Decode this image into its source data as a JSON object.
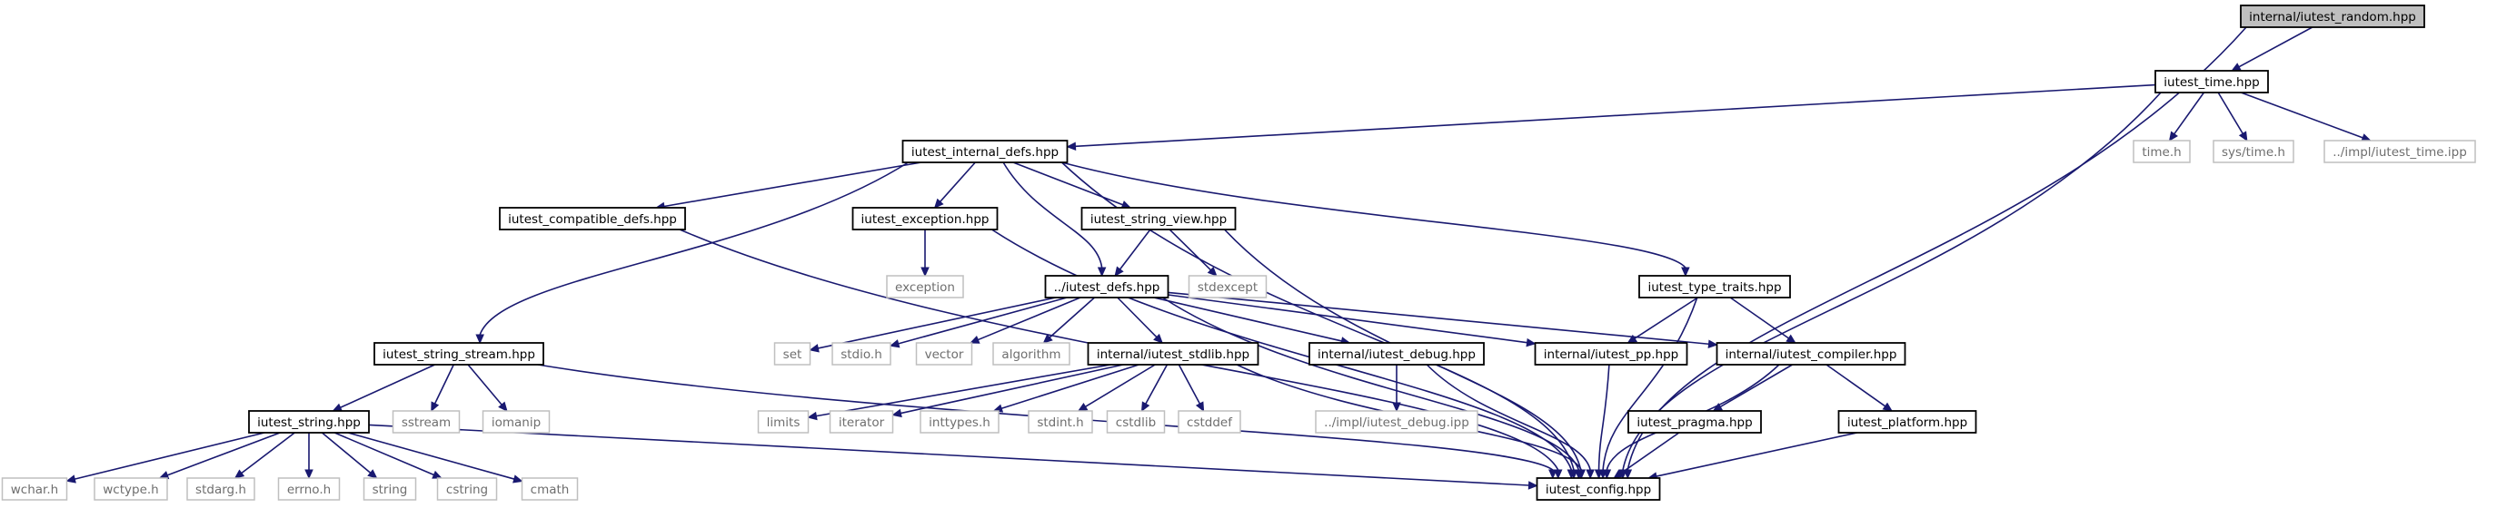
{
  "graph": {
    "root": "internal/iutest_random.hpp",
    "nodes": [
      {
        "id": "random",
        "label": "internal/iutest_random.hpp",
        "kind": "root"
      },
      {
        "id": "time_hpp",
        "label": "iutest_time.hpp",
        "kind": "internal"
      },
      {
        "id": "time_h",
        "label": "time.h",
        "kind": "external"
      },
      {
        "id": "sys_time",
        "label": "sys/time.h",
        "kind": "external"
      },
      {
        "id": "time_ipp",
        "label": "../impl/iutest_time.ipp",
        "kind": "external"
      },
      {
        "id": "internal_defs",
        "label": "iutest_internal_defs.hpp",
        "kind": "internal"
      },
      {
        "id": "compatible_defs",
        "label": "iutest_compatible_defs.hpp",
        "kind": "internal"
      },
      {
        "id": "exception_hpp",
        "label": "iutest_exception.hpp",
        "kind": "internal"
      },
      {
        "id": "string_view",
        "label": "iutest_string_view.hpp",
        "kind": "internal"
      },
      {
        "id": "exception",
        "label": "exception",
        "kind": "external"
      },
      {
        "id": "iutest_defs",
        "label": "../iutest_defs.hpp",
        "kind": "internal"
      },
      {
        "id": "stdexcept",
        "label": "stdexcept",
        "kind": "external"
      },
      {
        "id": "type_traits",
        "label": "iutest_type_traits.hpp",
        "kind": "internal"
      },
      {
        "id": "string_stream",
        "label": "iutest_string_stream.hpp",
        "kind": "internal"
      },
      {
        "id": "set",
        "label": "set",
        "kind": "external"
      },
      {
        "id": "stdio_h",
        "label": "stdio.h",
        "kind": "external"
      },
      {
        "id": "vector",
        "label": "vector",
        "kind": "external"
      },
      {
        "id": "algorithm",
        "label": "algorithm",
        "kind": "external"
      },
      {
        "id": "stdlib_hpp",
        "label": "internal/iutest_stdlib.hpp",
        "kind": "internal"
      },
      {
        "id": "debug_hpp",
        "label": "internal/iutest_debug.hpp",
        "kind": "internal"
      },
      {
        "id": "pp_hpp",
        "label": "internal/iutest_pp.hpp",
        "kind": "internal"
      },
      {
        "id": "compiler_hpp",
        "label": "internal/iutest_compiler.hpp",
        "kind": "internal"
      },
      {
        "id": "sstream",
        "label": "sstream",
        "kind": "external"
      },
      {
        "id": "iomanip",
        "label": "iomanip",
        "kind": "external"
      },
      {
        "id": "string_hpp",
        "label": "iutest_string.hpp",
        "kind": "internal"
      },
      {
        "id": "limits",
        "label": "limits",
        "kind": "external"
      },
      {
        "id": "iterator",
        "label": "iterator",
        "kind": "external"
      },
      {
        "id": "inttypes_h",
        "label": "inttypes.h",
        "kind": "external"
      },
      {
        "id": "stdint_h",
        "label": "stdint.h",
        "kind": "external"
      },
      {
        "id": "cstdlib",
        "label": "cstdlib",
        "kind": "external"
      },
      {
        "id": "cstddef",
        "label": "cstddef",
        "kind": "external"
      },
      {
        "id": "debug_ipp",
        "label": "../impl/iutest_debug.ipp",
        "kind": "external"
      },
      {
        "id": "pragma_hpp",
        "label": "iutest_pragma.hpp",
        "kind": "internal"
      },
      {
        "id": "platform_hpp",
        "label": "iutest_platform.hpp",
        "kind": "internal"
      },
      {
        "id": "wchar_h",
        "label": "wchar.h",
        "kind": "external"
      },
      {
        "id": "wctype_h",
        "label": "wctype.h",
        "kind": "external"
      },
      {
        "id": "stdarg_h",
        "label": "stdarg.h",
        "kind": "external"
      },
      {
        "id": "errno_h",
        "label": "errno.h",
        "kind": "external"
      },
      {
        "id": "string",
        "label": "string",
        "kind": "external"
      },
      {
        "id": "cstring",
        "label": "cstring",
        "kind": "external"
      },
      {
        "id": "cmath",
        "label": "cmath",
        "kind": "external"
      },
      {
        "id": "config_hpp",
        "label": "iutest_config.hpp",
        "kind": "internal"
      }
    ],
    "edges": [
      [
        "random",
        "time_hpp"
      ],
      [
        "random",
        "config_hpp"
      ],
      [
        "time_hpp",
        "internal_defs"
      ],
      [
        "time_hpp",
        "time_h"
      ],
      [
        "time_hpp",
        "sys_time"
      ],
      [
        "time_hpp",
        "time_ipp"
      ],
      [
        "time_hpp",
        "config_hpp"
      ],
      [
        "internal_defs",
        "compatible_defs"
      ],
      [
        "internal_defs",
        "exception_hpp"
      ],
      [
        "internal_defs",
        "string_view"
      ],
      [
        "internal_defs",
        "iutest_defs"
      ],
      [
        "internal_defs",
        "type_traits"
      ],
      [
        "internal_defs",
        "string_stream"
      ],
      [
        "internal_defs",
        "config_hpp"
      ],
      [
        "compatible_defs",
        "config_hpp"
      ],
      [
        "exception_hpp",
        "exception"
      ],
      [
        "exception_hpp",
        "config_hpp"
      ],
      [
        "string_view",
        "iutest_defs"
      ],
      [
        "string_view",
        "stdexcept"
      ],
      [
        "string_view",
        "config_hpp"
      ],
      [
        "iutest_defs",
        "set"
      ],
      [
        "iutest_defs",
        "stdio_h"
      ],
      [
        "iutest_defs",
        "vector"
      ],
      [
        "iutest_defs",
        "algorithm"
      ],
      [
        "iutest_defs",
        "stdlib_hpp"
      ],
      [
        "iutest_defs",
        "debug_hpp"
      ],
      [
        "iutest_defs",
        "pp_hpp"
      ],
      [
        "iutest_defs",
        "compiler_hpp"
      ],
      [
        "iutest_defs",
        "config_hpp"
      ],
      [
        "type_traits",
        "pp_hpp"
      ],
      [
        "type_traits",
        "compiler_hpp"
      ],
      [
        "type_traits",
        "config_hpp"
      ],
      [
        "string_stream",
        "string_hpp"
      ],
      [
        "string_stream",
        "sstream"
      ],
      [
        "string_stream",
        "iomanip"
      ],
      [
        "string_stream",
        "config_hpp"
      ],
      [
        "stdlib_hpp",
        "limits"
      ],
      [
        "stdlib_hpp",
        "iterator"
      ],
      [
        "stdlib_hpp",
        "inttypes_h"
      ],
      [
        "stdlib_hpp",
        "stdint_h"
      ],
      [
        "stdlib_hpp",
        "cstdlib"
      ],
      [
        "stdlib_hpp",
        "cstddef"
      ],
      [
        "stdlib_hpp",
        "config_hpp"
      ],
      [
        "debug_hpp",
        "debug_ipp"
      ],
      [
        "debug_hpp",
        "config_hpp"
      ],
      [
        "pp_hpp",
        "config_hpp"
      ],
      [
        "compiler_hpp",
        "pragma_hpp"
      ],
      [
        "compiler_hpp",
        "platform_hpp"
      ],
      [
        "compiler_hpp",
        "config_hpp"
      ],
      [
        "pragma_hpp",
        "config_hpp"
      ],
      [
        "platform_hpp",
        "config_hpp"
      ],
      [
        "string_hpp",
        "wchar_h"
      ],
      [
        "string_hpp",
        "wctype_h"
      ],
      [
        "string_hpp",
        "stdarg_h"
      ],
      [
        "string_hpp",
        "errno_h"
      ],
      [
        "string_hpp",
        "string"
      ],
      [
        "string_hpp",
        "cstring"
      ],
      [
        "string_hpp",
        "cmath"
      ],
      [
        "string_hpp",
        "config_hpp"
      ]
    ]
  }
}
